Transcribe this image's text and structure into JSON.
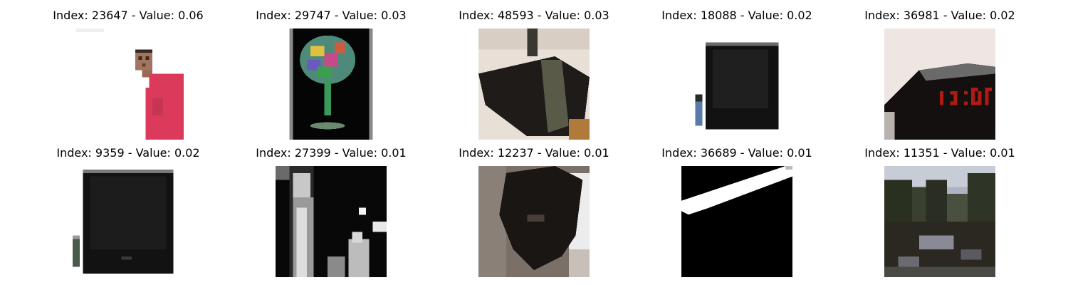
{
  "panels": [
    {
      "title": "Index: 23647 - Value: 0.06",
      "index": 23647,
      "value": 0.06,
      "image_subject": "person in pink shirt on white background"
    },
    {
      "title": "Index: 29747 - Value: 0.03",
      "index": 29747,
      "value": 0.03,
      "image_subject": "colorful glass on black background"
    },
    {
      "title": "Index: 48593 - Value: 0.03",
      "index": 48593,
      "value": 0.03,
      "image_subject": "dark boxy object"
    },
    {
      "title": "Index: 18088 - Value: 0.02",
      "index": 18088,
      "value": 0.02,
      "image_subject": "television with remote"
    },
    {
      "title": "Index: 36981 - Value: 0.02",
      "index": 36981,
      "value": 0.02,
      "image_subject": "alarm clock with red digits"
    },
    {
      "title": "Index: 9359 - Value: 0.02",
      "index": 9359,
      "value": 0.02,
      "image_subject": "television with remote"
    },
    {
      "title": "Index: 27399 - Value: 0.01",
      "index": 27399,
      "value": 0.01,
      "image_subject": "grayscale figure"
    },
    {
      "title": "Index: 12237 - Value: 0.01",
      "index": 12237,
      "value": 0.01,
      "image_subject": "dark animal"
    },
    {
      "title": "Index: 36689 - Value: 0.01",
      "index": 36689,
      "value": 0.01,
      "image_subject": "white streak on black"
    },
    {
      "title": "Index: 11351 - Value: 0.01",
      "index": 11351,
      "value": 0.01,
      "image_subject": "lake landscape with trees"
    }
  ]
}
